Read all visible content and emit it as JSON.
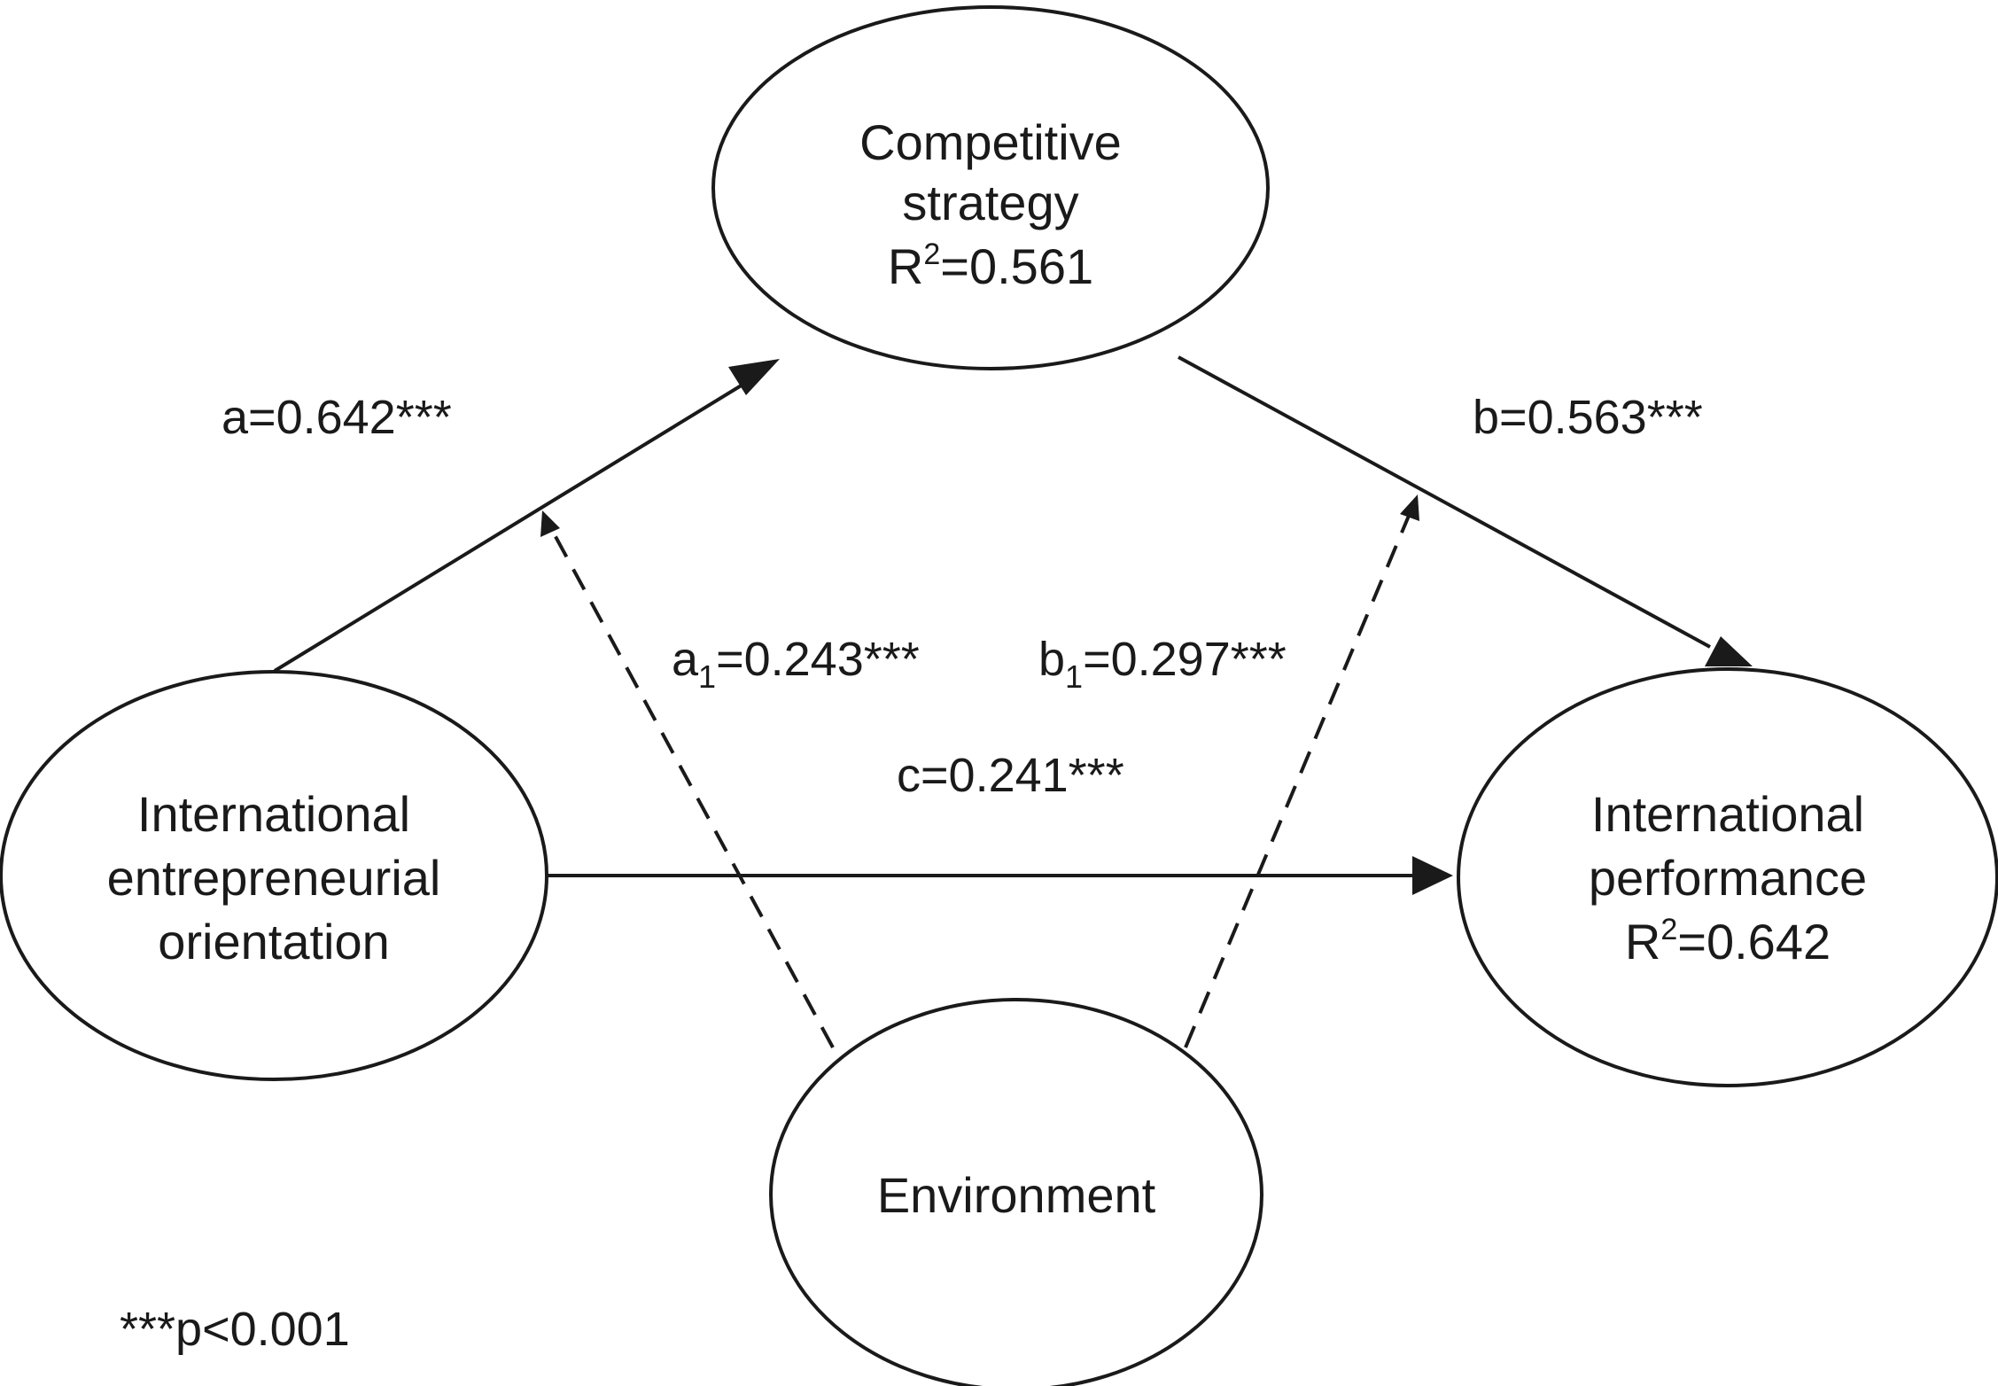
{
  "nodes": {
    "competitive_strategy": {
      "line1": "Competitive",
      "line2": "strategy",
      "r2_prefix": "R",
      "r2_sup": "2",
      "r2_value": "=0.561"
    },
    "international_eo": {
      "line1": "International",
      "line2": "entrepreneurial",
      "line3": "orientation"
    },
    "international_performance": {
      "line1": "International",
      "line2": "performance",
      "r2_prefix": "R",
      "r2_sup": "2",
      "r2_value": "=0.642"
    },
    "environment": {
      "label": "Environment"
    }
  },
  "paths": {
    "a": {
      "label": "a=0.642***"
    },
    "b": {
      "label": "b=0.563***"
    },
    "c": {
      "label": "c=0.241***"
    },
    "a1": {
      "prefix": "a",
      "sub": "1",
      "value": "=0.243***"
    },
    "b1": {
      "prefix": "b",
      "sub": "1",
      "value": "=0.297***"
    }
  },
  "footnote": "***p<0.001"
}
